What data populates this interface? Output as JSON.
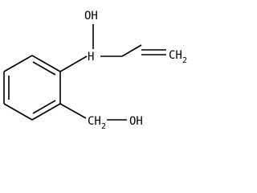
{
  "labels": {
    "top_oh": "OH",
    "ch": "H",
    "ch2_main": "CH",
    "ch2_sub": "2",
    "ring_ch2_main": "CH",
    "ring_ch2_sub": "2",
    "bottom_oh": "OH"
  }
}
